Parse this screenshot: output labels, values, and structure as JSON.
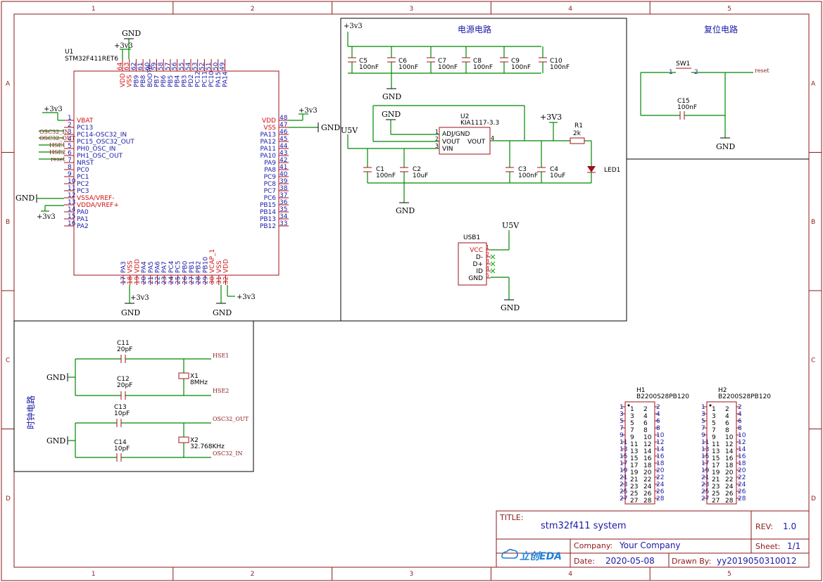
{
  "border": {
    "cols": [
      "1",
      "2",
      "3",
      "4",
      "5"
    ],
    "rows": [
      "A",
      "B",
      "C",
      "D"
    ]
  },
  "sections": {
    "power": "电源电路",
    "reset": "复位电路",
    "clock": "时钟电路"
  },
  "mcu": {
    "ref": "U1",
    "value": "STM32F411RET6",
    "left_pins": [
      {
        "num": "1",
        "name": "VBAT"
      },
      {
        "num": "2",
        "name": "PC13"
      },
      {
        "num": "3",
        "name": "PC14-OSC32_IN"
      },
      {
        "num": "4",
        "name": "PC15_OSC32_OUT"
      },
      {
        "num": "5",
        "name": "PH0_OSC_IN"
      },
      {
        "num": "6",
        "name": "PH1_OSC_OUT"
      },
      {
        "num": "7",
        "name": "NRST"
      },
      {
        "num": "8",
        "name": "PC0"
      },
      {
        "num": "9",
        "name": "PC1"
      },
      {
        "num": "10",
        "name": "PC2"
      },
      {
        "num": "11",
        "name": "PC3"
      },
      {
        "num": "12",
        "name": "VSSA/VREF-"
      },
      {
        "num": "13",
        "name": "VDDA/VREF+"
      },
      {
        "num": "14",
        "name": "PA0"
      },
      {
        "num": "15",
        "name": "PA1"
      },
      {
        "num": "16",
        "name": "PA2"
      }
    ],
    "right_pins": [
      {
        "num": "48",
        "name": "VDD"
      },
      {
        "num": "47",
        "name": "VSS"
      },
      {
        "num": "46",
        "name": "PA13"
      },
      {
        "num": "45",
        "name": "PA12"
      },
      {
        "num": "44",
        "name": "PA11"
      },
      {
        "num": "43",
        "name": "PA10"
      },
      {
        "num": "42",
        "name": "PA9"
      },
      {
        "num": "41",
        "name": "PA8"
      },
      {
        "num": "40",
        "name": "PC9"
      },
      {
        "num": "39",
        "name": "PC8"
      },
      {
        "num": "38",
        "name": "PC7"
      },
      {
        "num": "37",
        "name": "PC6"
      },
      {
        "num": "36",
        "name": "PB15"
      },
      {
        "num": "35",
        "name": "PB14"
      },
      {
        "num": "34",
        "name": "PB13"
      },
      {
        "num": "33",
        "name": "PB12"
      }
    ],
    "top_pins": [
      {
        "num": "64",
        "name": "VDD"
      },
      {
        "num": "63",
        "name": "VSS"
      },
      {
        "num": "62",
        "name": "PB9"
      },
      {
        "num": "61",
        "name": "PB8"
      },
      {
        "num": "60",
        "name": "BOOT0"
      },
      {
        "num": "59",
        "name": "PB7"
      },
      {
        "num": "58",
        "name": "PB6"
      },
      {
        "num": "57",
        "name": "PB5"
      },
      {
        "num": "56",
        "name": "PB4"
      },
      {
        "num": "55",
        "name": "PB3"
      },
      {
        "num": "54",
        "name": "PD2"
      },
      {
        "num": "53",
        "name": "PC12"
      },
      {
        "num": "52",
        "name": "PC11"
      },
      {
        "num": "51",
        "name": "PC10"
      },
      {
        "num": "50",
        "name": "PA15"
      },
      {
        "num": "49",
        "name": "PA14"
      }
    ],
    "bottom_pins": [
      {
        "num": "17",
        "name": "PA3"
      },
      {
        "num": "18",
        "name": "VSS"
      },
      {
        "num": "19",
        "name": "VDD"
      },
      {
        "num": "20",
        "name": "PA4"
      },
      {
        "num": "21",
        "name": "PA5"
      },
      {
        "num": "22",
        "name": "PA6"
      },
      {
        "num": "23",
        "name": "PA7"
      },
      {
        "num": "24",
        "name": "PC4"
      },
      {
        "num": "25",
        "name": "PC5"
      },
      {
        "num": "26",
        "name": "PB0"
      },
      {
        "num": "27",
        "name": "PB1"
      },
      {
        "num": "28",
        "name": "PB2"
      },
      {
        "num": "29",
        "name": "PB10"
      },
      {
        "num": "30",
        "name": "VCAP_1"
      },
      {
        "num": "31",
        "name": "VSS"
      },
      {
        "num": "32",
        "name": "VDD"
      }
    ],
    "net_labels": [
      "OSC32_IN",
      "OSC32_OUT",
      "HSE1",
      "HSE2",
      "reset"
    ]
  },
  "power_labels": {
    "gnd": "GND",
    "v33": "+3v3",
    "v33b": "+3V3",
    "u5v": "U5V"
  },
  "decoupling": [
    {
      "ref": "C5",
      "value": "100nF"
    },
    {
      "ref": "C6",
      "value": "100nF"
    },
    {
      "ref": "C7",
      "value": "100nF"
    },
    {
      "ref": "C8",
      "value": "100nF"
    },
    {
      "ref": "C9",
      "value": "100nF"
    },
    {
      "ref": "C10",
      "value": "100nF"
    }
  ],
  "regulator": {
    "ref": "U2",
    "value": "KIA1117-3.3",
    "pins": [
      {
        "num": "1",
        "name": "ADJ/GND"
      },
      {
        "num": "2",
        "name": "VOUT"
      },
      {
        "num": "3",
        "name": "VIN"
      }
    ],
    "out_pin": {
      "num": "4",
      "name": "VOUT"
    }
  },
  "reg_caps": [
    {
      "ref": "C1",
      "value": "100nF"
    },
    {
      "ref": "C2",
      "value": "10uF"
    },
    {
      "ref": "C3",
      "value": "100nF"
    },
    {
      "ref": "C4",
      "value": "10uF"
    }
  ],
  "resistor": {
    "ref": "R1",
    "value": "2k"
  },
  "led": {
    "ref": "LED1"
  },
  "usb": {
    "ref": "USB1",
    "pins": [
      {
        "num": "1",
        "name": "VCC"
      },
      {
        "num": "2",
        "name": "D-"
      },
      {
        "num": "3",
        "name": "D+"
      },
      {
        "num": "4",
        "name": "ID"
      },
      {
        "num": "5",
        "name": "GND"
      }
    ]
  },
  "reset_ckt": {
    "sw": "SW1",
    "sw_pin1": "1",
    "sw_pin2": "2",
    "cap": "C15",
    "cap_val": "100nF",
    "net": "reset"
  },
  "clock": {
    "c11": {
      "ref": "C11",
      "value": "20pF"
    },
    "c12": {
      "ref": "C12",
      "value": "20pF"
    },
    "c13": {
      "ref": "C13",
      "value": "10pF"
    },
    "c14": {
      "ref": "C14",
      "value": "10pF"
    },
    "x1": {
      "ref": "X1",
      "value": "8MHz"
    },
    "x2": {
      "ref": "X2",
      "value": "32.768KHz"
    },
    "nets": {
      "hse1": "HSE1",
      "hse2": "HSE2",
      "osc_out": "OSC32_OUT",
      "osc_in": "OSC32_IN"
    }
  },
  "headers": [
    {
      "ref": "H1",
      "value": "B2200S28PB120"
    },
    {
      "ref": "H2",
      "value": "B2200S28PB120"
    }
  ],
  "title_block": {
    "title_label": "TITLE:",
    "title": "stm32f411 system",
    "rev_label": "REV:",
    "rev": "1.0",
    "company_label": "Company:",
    "company": "Your Company",
    "sheet_label": "Sheet:",
    "sheet": "1/1",
    "date_label": "Date:",
    "date": "2020-05-08",
    "drawn_label": "Drawn By:",
    "drawn": "yy2019050310012",
    "logo_text": "立创EDA"
  }
}
